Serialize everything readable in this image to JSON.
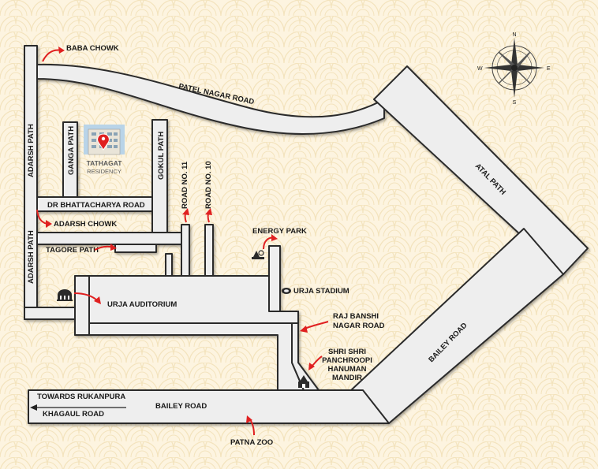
{
  "property": {
    "name": "TATHAGAT",
    "subtitle": "RESIDENCY"
  },
  "compass": {
    "n": "N",
    "s": "S",
    "e": "E",
    "w": "W"
  },
  "roads": {
    "patel_nagar": "PATEL NAGAR ROAD",
    "atal_path": "ATAL PATH",
    "bailey_road_diag": "BAILEY ROAD",
    "bailey_road": "BAILEY ROAD",
    "adarsh_path_top": "ADARSH PATH",
    "adarsh_path_bottom": "ADARSH PATH",
    "ganga_path": "GANGA PATH",
    "gokul_path": "GOKUL PATH",
    "road_11": "ROAD NO. 11",
    "road_10": "ROAD NO. 10",
    "dr_bhattacharya": "DR BHATTACHARYA ROAD"
  },
  "landmarks": {
    "baba_chowk": "BABA CHOWK",
    "adarsh_chowk": "ADARSH CHOWK",
    "tagore_path": "TAGORE PATH",
    "urja_auditorium": "URJA AUDITORIUM",
    "energy_park": "ENERGY PARK",
    "urja_stadium": "URJA STADIUM",
    "raj_banshi_1": "RAJ BANSHI",
    "raj_banshi_2": "NAGAR ROAD",
    "mandir_1": "SHRI SHRI",
    "mandir_2": "PANCHROOPI",
    "mandir_3": "HANUMAN",
    "mandir_4": "MANDIR",
    "towards": "TOWARDS RUKANPURA",
    "khagaul": "KHAGAUL ROAD",
    "patna_zoo": "PATNA ZOO"
  },
  "colors": {
    "background": "#fdf4e0",
    "road": "#eeeeee",
    "outline": "#2a2a2a",
    "accent": "#e02020"
  }
}
